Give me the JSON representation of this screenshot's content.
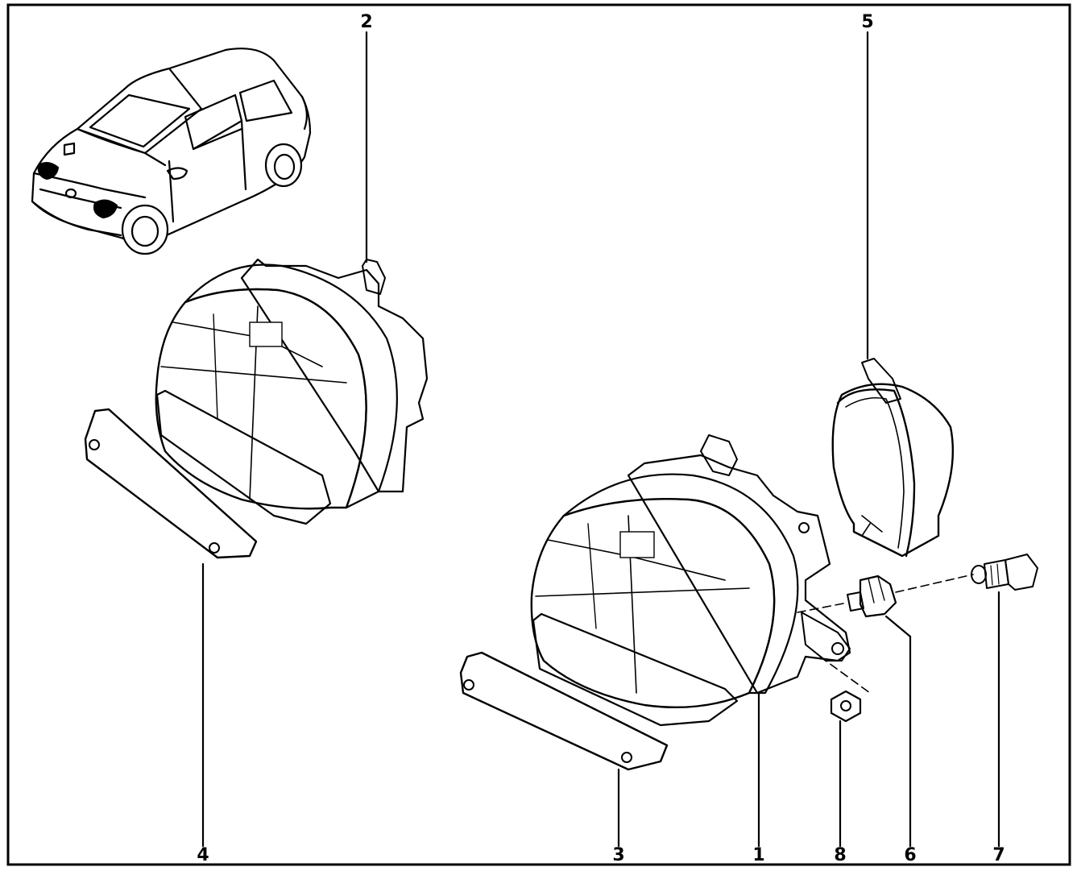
{
  "labels": {
    "1": "1",
    "2": "2",
    "3": "3",
    "4": "4",
    "5": "5",
    "6": "6",
    "7": "7",
    "8": "8"
  },
  "colors": {
    "ink": "#000000",
    "paper": "#ffffff"
  },
  "icons": [
    "car-icon",
    "headlamp-icon",
    "indicator-lens-icon",
    "protective-cover-icon",
    "bulb-holder-icon",
    "bulb-icon",
    "nut-icon"
  ]
}
